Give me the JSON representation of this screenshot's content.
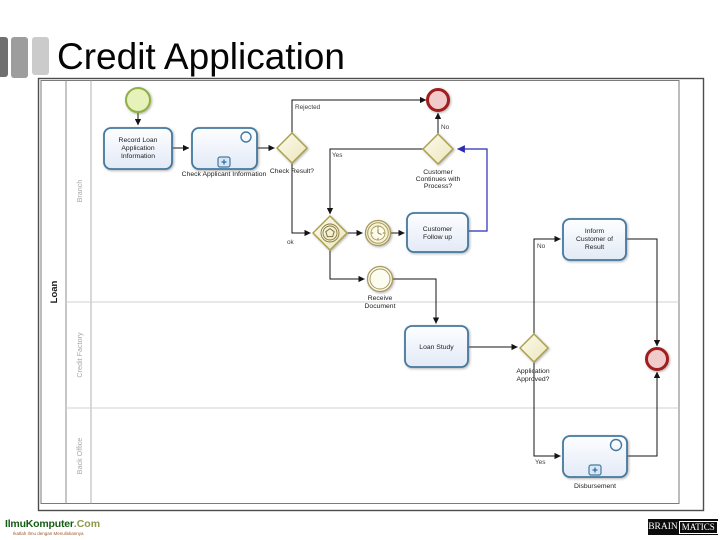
{
  "title": "Credit Application",
  "pool": {
    "label": "Loan",
    "lanes": [
      "Branch",
      "Credit Factory",
      "Back Office"
    ]
  },
  "nodes": {
    "record_loan": {
      "lines": [
        "Record Loan",
        "Application",
        "Information"
      ]
    },
    "check_applicant": {
      "label": "Check Applicant Information"
    },
    "check_result": {
      "label": "Check Result?"
    },
    "customer_continues": {
      "lines": [
        "Customer",
        "Continues with",
        "Process?"
      ]
    },
    "customer_follow_up": {
      "lines": [
        "Customer",
        "Follow up"
      ]
    },
    "receive_document": {
      "lines": [
        "Receive",
        "Document"
      ]
    },
    "loan_study": {
      "label": "Loan Study"
    },
    "inform_customer": {
      "lines": [
        "Inform",
        "Customer of",
        "Result"
      ]
    },
    "application_approved": {
      "lines": [
        "Application",
        "Approved?"
      ]
    },
    "disbursement": {
      "label": "Disbursement"
    }
  },
  "edges": {
    "rejected": "Rejected",
    "no_continue": "No",
    "yes_continue": "Yes",
    "ok": "ok",
    "no_approved": "No",
    "yes_approved": "Yes"
  },
  "footer": {
    "ilmukomputer": {
      "name": "IlmuKomputer",
      "suffix": ".Com",
      "tagline": "Ikatlah Ilmu dengan Menuliskannya"
    },
    "brainmatics": {
      "left": "BRAIN",
      "right": "MATICS"
    }
  },
  "colors": {
    "task_border": "#44799f",
    "gateway_border": "#ac9f4a",
    "start_border": "#8fb044",
    "end_border": "#a21d1d",
    "intermediate_border": "#a89a5f",
    "flow": "#141414",
    "return_flow": "#2b2bb4",
    "logo_green": "#155c15"
  }
}
